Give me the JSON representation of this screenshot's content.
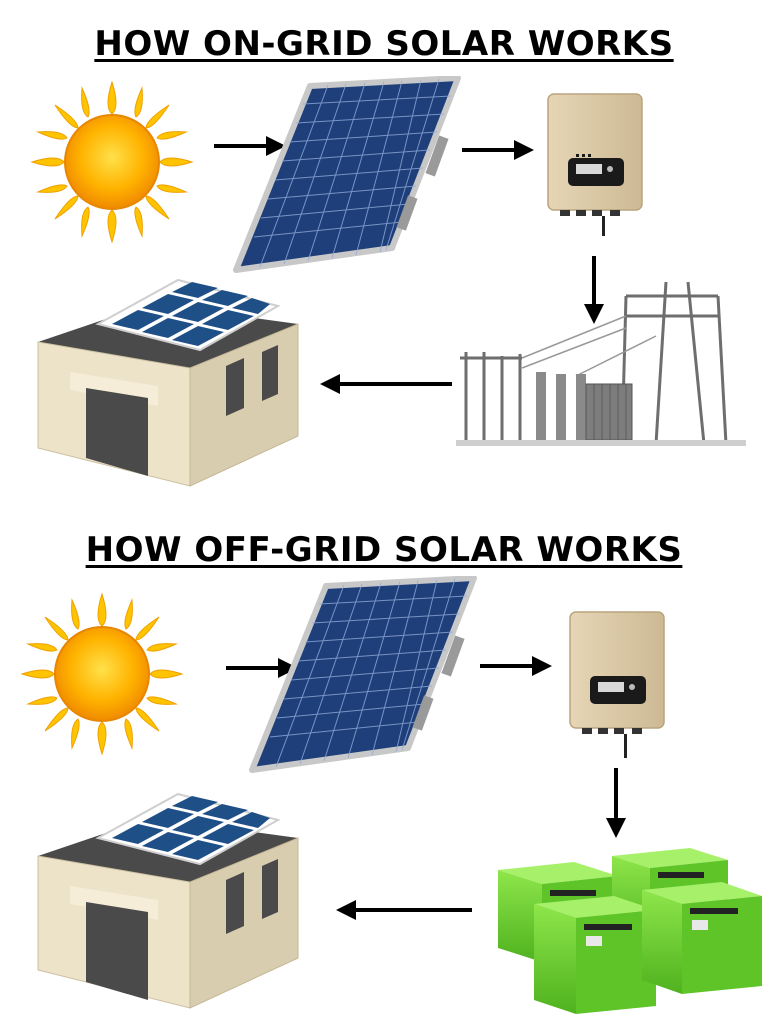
{
  "on_grid": {
    "title": "HOW ON-GRID SOLAR WORKS",
    "flow": [
      "sun",
      "solar-panel",
      "inverter",
      "substation",
      "house"
    ]
  },
  "off_grid": {
    "title": "HOW OFF-GRID SOLAR WORKS",
    "flow": [
      "sun",
      "solar-panel",
      "inverter",
      "battery-bank",
      "house"
    ]
  },
  "colors": {
    "sun_core": "#f7a600",
    "sun_rays": "#ffc400",
    "panel_cell": "#1f3f7a",
    "panel_frame": "#c8c8c8",
    "inverter_body": "#d9c9a8",
    "battery": "#7ad83a",
    "house_wall": "#ede3c9",
    "house_roof": "#4a4a4a"
  }
}
